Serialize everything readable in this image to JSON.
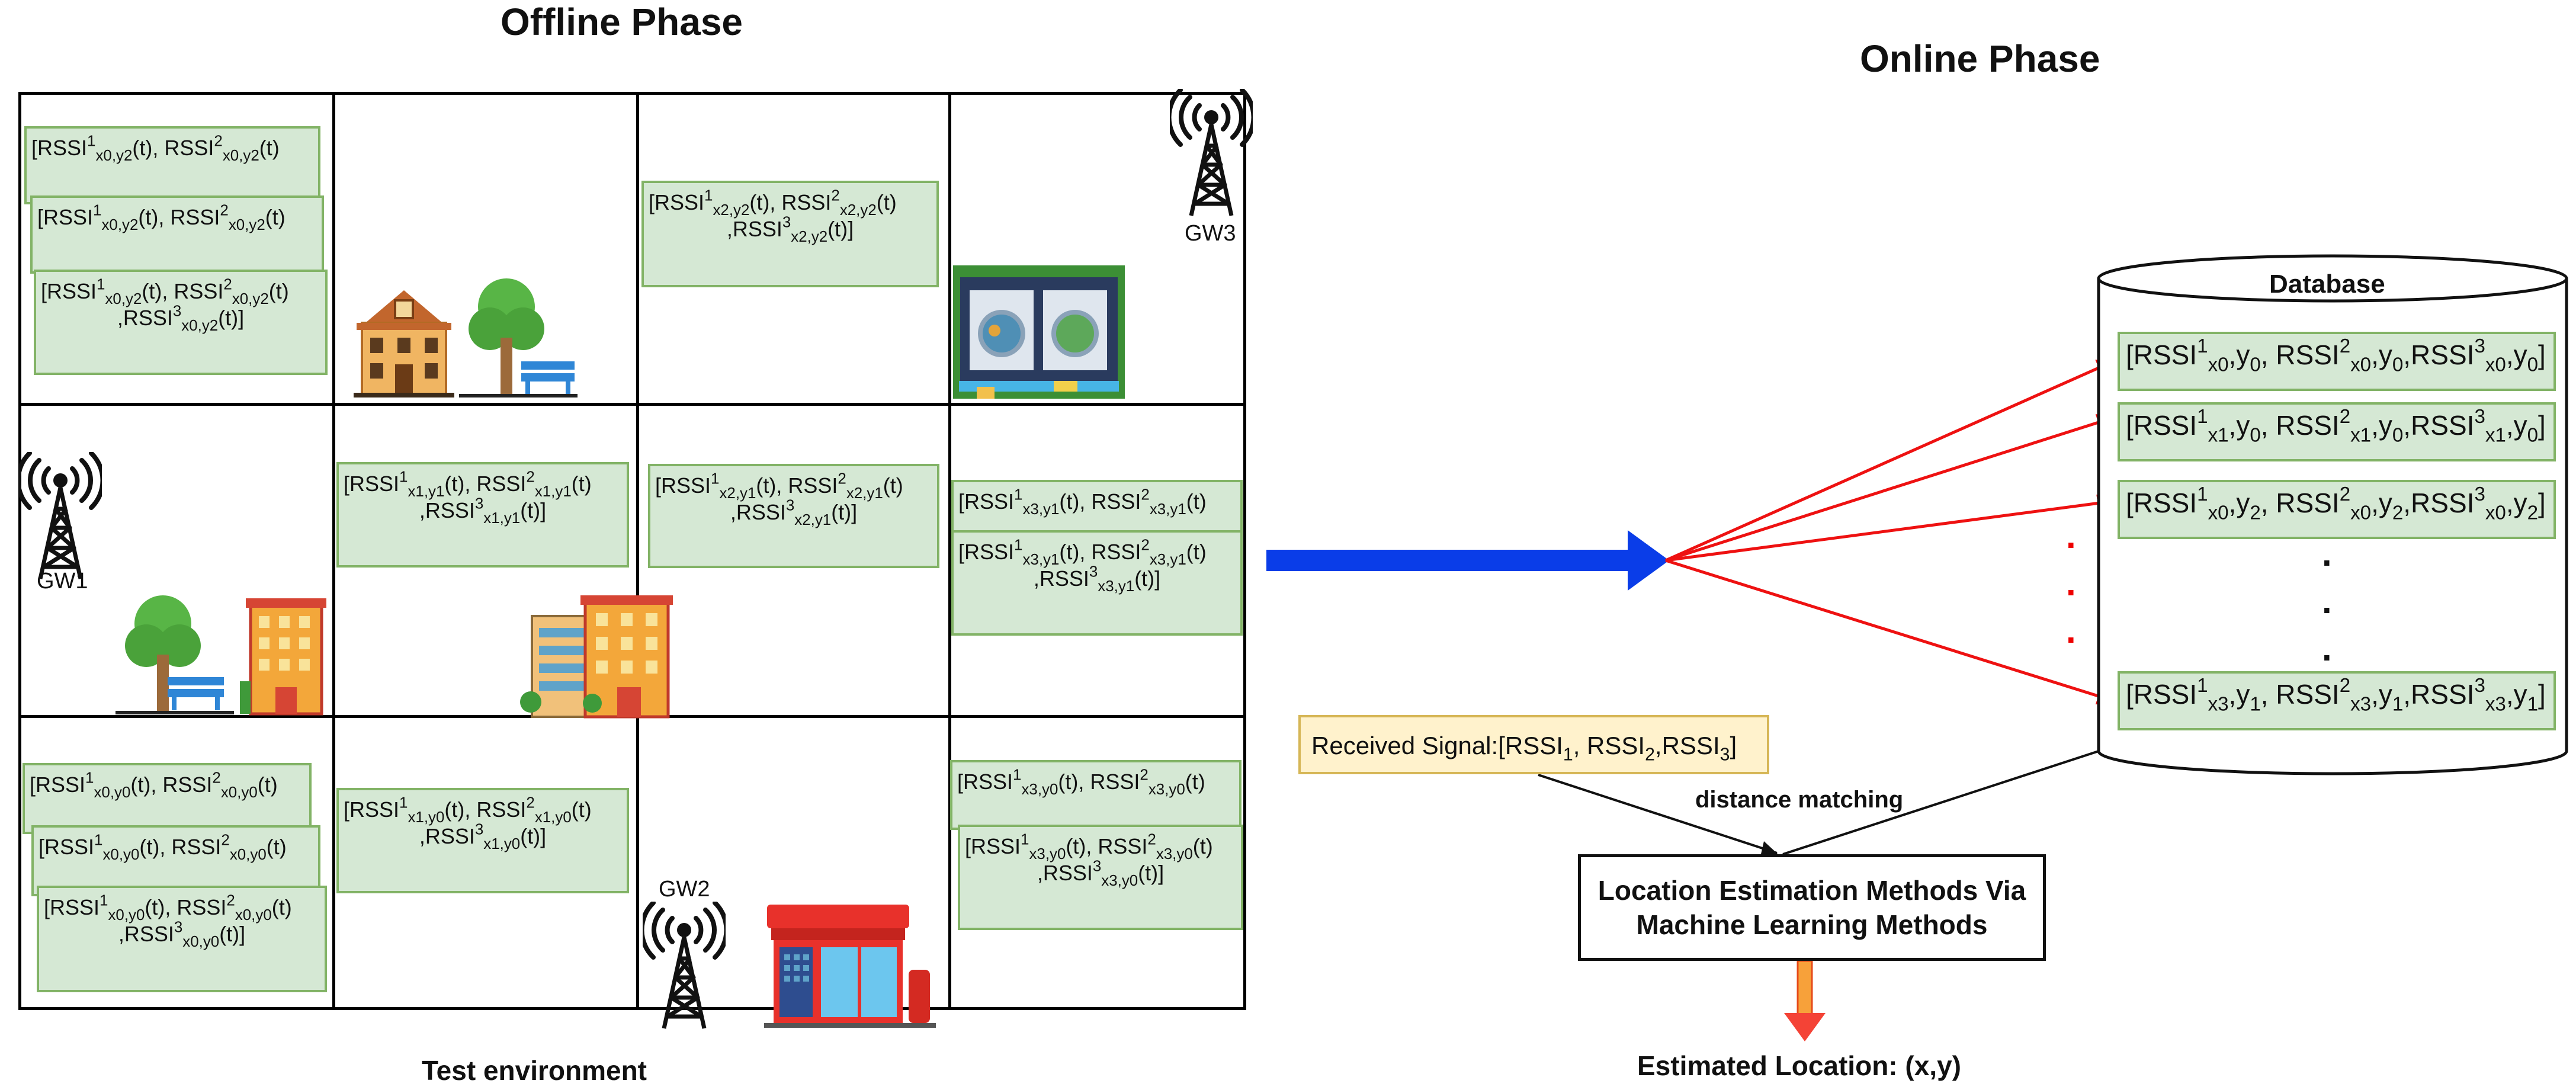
{
  "offline_title": "Offline Phase",
  "online_title": "Online Phase",
  "test_env_label": "Test environment",
  "gateways": {
    "gw1": "GW1",
    "gw2": "GW2",
    "gw3": "GW3"
  },
  "database_label": "Database",
  "db_dots": [
    ".",
    ".",
    "."
  ],
  "received_signal_label": "Received Signal:",
  "distance_matching_label": "distance matching",
  "method_box": {
    "line1": "Location Estimation Methods Via",
    "line2": "Machine Learning Methods"
  },
  "estimated_location_label": "Estimated Location: (x,y)",
  "colors": {
    "box_fill": "#d5e8d4",
    "box_border": "#82b366",
    "signal_fill": "#fff2cc",
    "signal_border": "#d6b656",
    "arrow_blue": "#0a3de8",
    "arrow_red": "#ee1111"
  }
}
